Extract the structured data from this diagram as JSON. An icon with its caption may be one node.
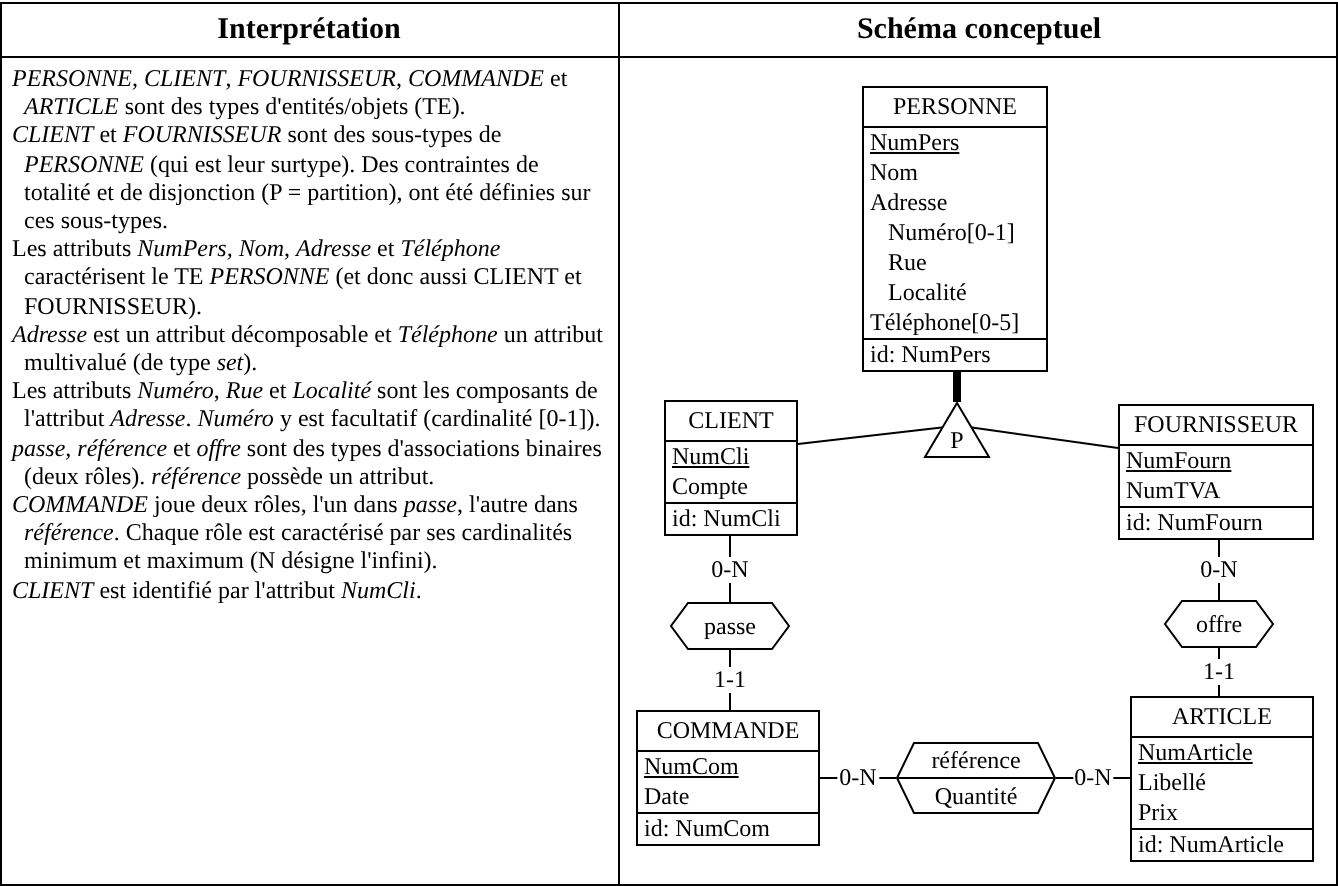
{
  "diagram": {
    "nodes": [
      {
        "text": [
          "PERSONNE",
          "NumPers",
          "Nom",
          "Adresse",
          "Numéro[0-1]",
          "Rue",
          "Localité",
          "Téléphone[0-5]",
          "id: NumPers"
        ]
      },
      {
        "text": [
          "P"
        ]
      },
      {
        "text": [
          "CLIENT",
          "NumCli",
          "Compte",
          "id: NumCli"
        ]
      },
      {
        "text": [
          "FOURNISSEUR",
          "NumFourn",
          "NumTVA",
          "id: NumFourn"
        ]
      },
      {
        "text": [
          "passe"
        ]
      },
      {
        "text": [
          "offre"
        ]
      },
      {
        "text": [
          "COMMANDE",
          "NumCom",
          "Date",
          "id: NumCom"
        ]
      },
      {
        "text": [
          "référence",
          "Quantité"
        ]
      },
      {
        "text": [
          "ARTICLE",
          "NumArticle",
          "Libellé",
          "Prix",
          "id: NumArticle"
        ]
      }
    ],
    "edges": [
      {
        "from": 0,
        "to": 1,
        "arrow": "none",
        "style": "thick"
      },
      {
        "from": 1,
        "to": 2,
        "arrow": "none"
      },
      {
        "from": 1,
        "to": 3,
        "arrow": "none"
      },
      {
        "from": 2,
        "to": 4,
        "arrow": "none",
        "label": "0-N"
      },
      {
        "from": 4,
        "to": 6,
        "arrow": "none",
        "label": "1-1"
      },
      {
        "from": 3,
        "to": 5,
        "arrow": "none",
        "label": "0-N"
      },
      {
        "from": 5,
        "to": 8,
        "arrow": "none",
        "label": "1-1"
      },
      {
        "from": 6,
        "to": 7,
        "arrow": "none",
        "label": "0-N"
      },
      {
        "from": 7,
        "to": 8,
        "arrow": "none",
        "label": "0-N"
      }
    ],
    "labels": [
      "Interprétation",
      "Schéma conceptuel",
      "*PERSONNE, CLIENT*, *FOURNISSEUR*, *COMMANDE* et *ARTICLE* sont des types d'entités/objets (TE).",
      "*CLIENT* et *FOURNISSEUR* sont des sous-types de *PERSONNE* (qui est leur surtype). Des contraintes de totalité et de disjonction (P = partition), ont été définies sur ces sous-types.",
      "Les attributs *NumPers, Nom*, *Adresse* et *Téléphone* caractérisent le TE *PERSONNE* (et donc aussi CLIENT et FOURNISSEUR).",
      "*Adresse* est un attribut décomposable et *Téléphone* un attribut multivalué (de type *set*).",
      "Les attributs *Numéro*, *Rue* et *Localité* sont les composants de l'attribut *Adresse*. *Numéro* y est facultatif (cardinalité [0-1]).",
      "*passe, référence* et *offre* sont des types d'associations binaires (deux rôles). *référence* possède un attribut.",
      "*COMMANDE* joue deux rôles, l'un dans *passe*, l'autre dans *référence*. Chaque rôle est caractérisé par ses cardinalités minimum et maximum (N désigne l'infini).",
      "*CLIENT* est identifié par l'attribut *NumCli*."
    ]
  }
}
